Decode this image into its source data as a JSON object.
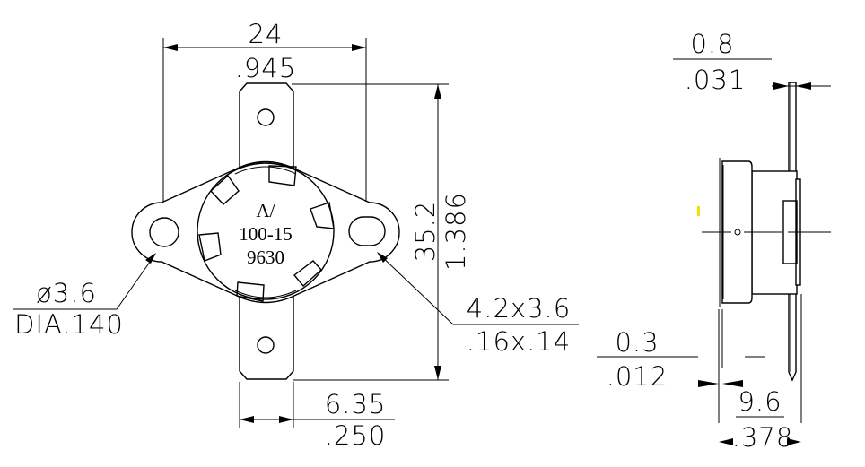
{
  "front_view": {
    "marking": [
      "A/",
      "100-15",
      "9630"
    ],
    "width_mm": "24",
    "width_in": ".945",
    "height_mm": "35.2",
    "height_in": "1.386",
    "hole_mm": "ø3.6",
    "hole_in": "DIA.140",
    "slot_mm": "4.2x3.6",
    "slot_in": ".16x.14",
    "tab_mm": "6.35",
    "tab_in": ".250"
  },
  "side_view": {
    "terminal_thickness_mm": "0.8",
    "terminal_thickness_in": ".031",
    "flange_mm": "0.3",
    "flange_in": ".012",
    "depth_mm": "9.6",
    "depth_in": ".378"
  },
  "colors": {
    "line": "#000000",
    "marker": "#f2e000"
  }
}
